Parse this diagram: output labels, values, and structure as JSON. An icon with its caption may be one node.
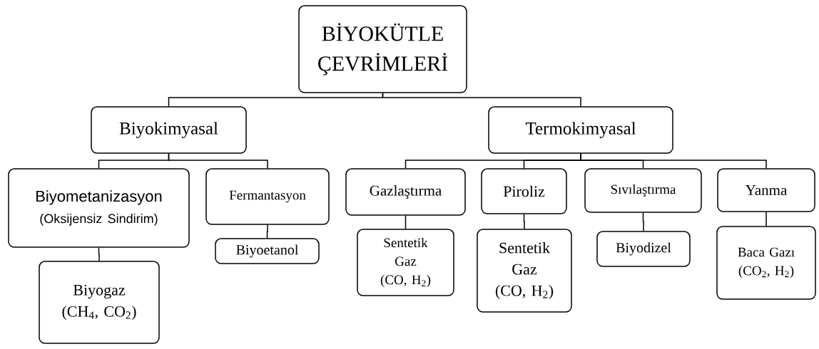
{
  "diagram": {
    "nodes": [
      {
        "text": [
          "BİYOKÜTLE ÇEVRİMLERİ"
        ]
      },
      {
        "text": [
          "Biyokimyasal"
        ]
      },
      {
        "text": [
          "Termokimyasal"
        ]
      },
      {
        "text": [
          "Biyometanizasyon",
          "(Oksijensiz Sindirim)"
        ]
      },
      {
        "text": [
          "Fermantasyon"
        ]
      },
      {
        "text": [
          "Gazlaştırma"
        ]
      },
      {
        "text": [
          "Piroliz"
        ]
      },
      {
        "text": [
          "Sıvılaştırma"
        ]
      },
      {
        "text": [
          "Yanma"
        ]
      },
      {
        "text": [
          "Biyogaz (CH$_{4}$, CO$_{2}$)"
        ]
      },
      {
        "text": [
          "Biyoetanol"
        ]
      },
      {
        "text": [
          "Sentetik Gaz (CO, H$_{2}$)"
        ]
      },
      {
        "text": [
          "Sentetik Gaz (CO, H$_{2}$)"
        ]
      },
      {
        "text": [
          "Biyodizel"
        ]
      },
      {
        "text": [
          "Baca Gazı (CO$_{2}$, H$_{2}$)"
        ]
      }
    ],
    "edges": [
      {
        "from": 0,
        "to": 1,
        "arrow": "none"
      },
      {
        "from": 0,
        "to": 2,
        "arrow": "none"
      },
      {
        "from": 1,
        "to": 3,
        "arrow": "none"
      },
      {
        "from": 1,
        "to": 4,
        "arrow": "none"
      },
      {
        "from": 2,
        "to": 5,
        "arrow": "none"
      },
      {
        "from": 2,
        "to": 6,
        "arrow": "none"
      },
      {
        "from": 2,
        "to": 7,
        "arrow": "none"
      },
      {
        "from": 2,
        "to": 8,
        "arrow": "none"
      },
      {
        "from": 3,
        "to": 9,
        "arrow": "none"
      },
      {
        "from": 4,
        "to": 10,
        "arrow": "none"
      },
      {
        "from": 5,
        "to": 11,
        "arrow": "none"
      },
      {
        "from": 6,
        "to": 12,
        "arrow": "none"
      },
      {
        "from": 7,
        "to": 13,
        "arrow": "none"
      },
      {
        "from": 8,
        "to": 14,
        "arrow": "none"
      }
    ]
  }
}
